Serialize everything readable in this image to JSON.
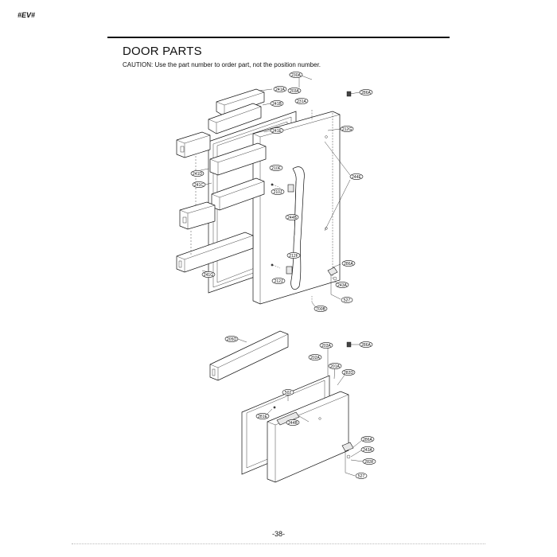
{
  "page": {
    "model_code": "#EV#",
    "title": "DOOR PARTS",
    "caution": "CAUTION: Use the part number to order part, not the position number.",
    "page_number": "-38-"
  },
  "callouts": {
    "upper": [
      "230A",
      "241A",
      "203A",
      "231A",
      "241B",
      "286A",
      "241E",
      "212G",
      "241D",
      "210F",
      "241C",
      "244E",
      "210J",
      "244B",
      "212F",
      "241G",
      "286A",
      "212J",
      "243A",
      "527",
      "700B"
    ],
    "lower": [
      "205D",
      "203A",
      "286A",
      "202A",
      "201A",
      "282D",
      "502",
      "281E",
      "244B",
      "286A",
      "243A",
      "283F",
      "527"
    ]
  }
}
